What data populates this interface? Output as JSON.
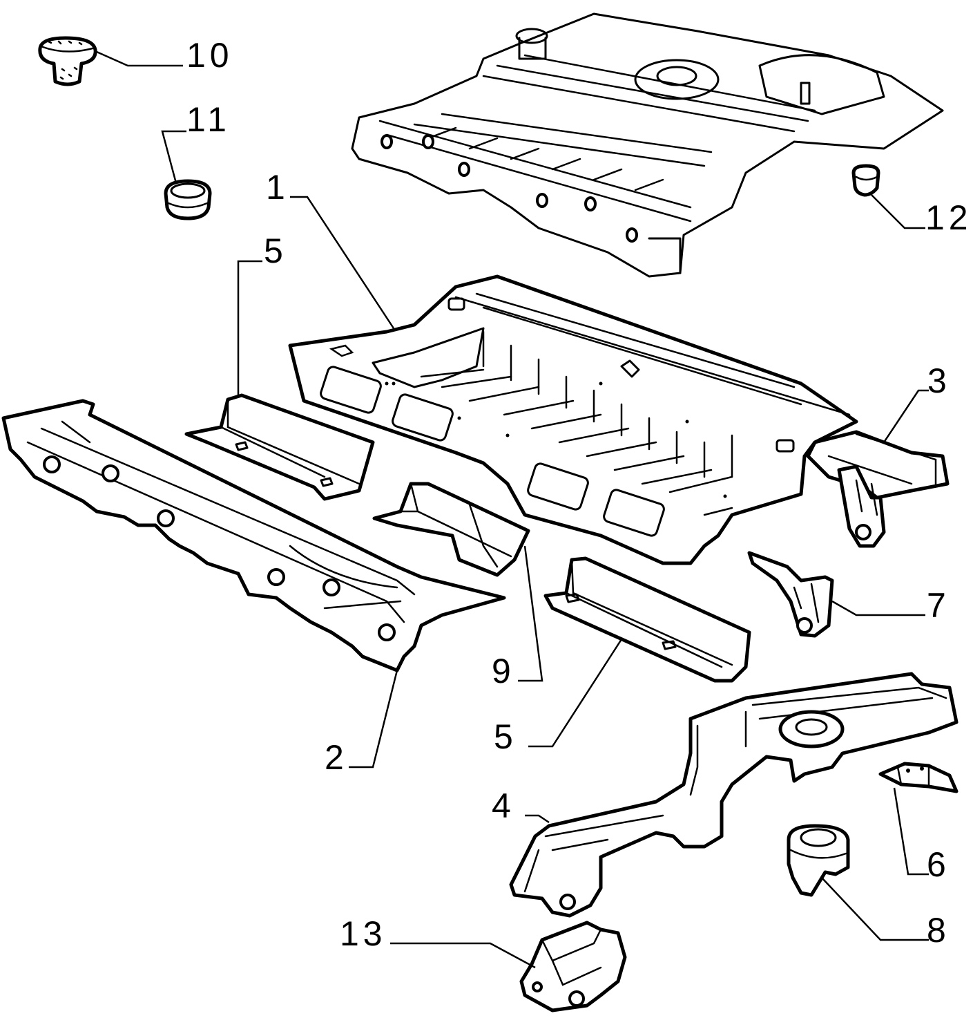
{
  "diagram": {
    "line_color": "#000000",
    "background_color": "#ffffff",
    "callouts": {
      "c1": "1",
      "c2": "2",
      "c3": "3",
      "c4": "4",
      "c5a": "5",
      "c5b": "5",
      "c6": "6",
      "c7": "7",
      "c8": "8",
      "c9": "9",
      "c10": "10",
      "c11": "11",
      "c12": "12",
      "c13": "13"
    }
  }
}
